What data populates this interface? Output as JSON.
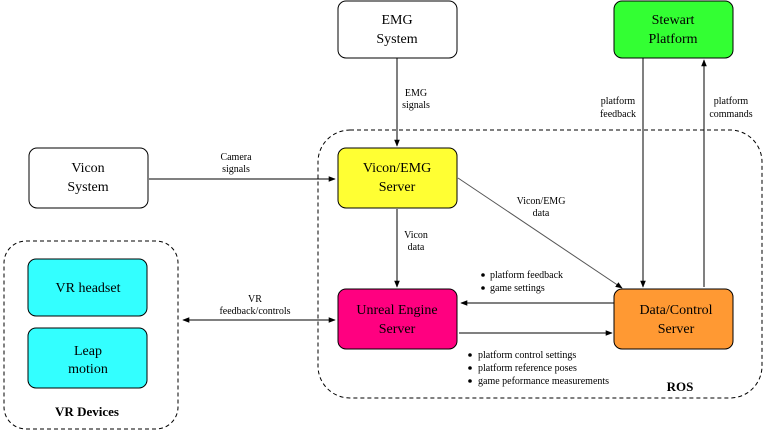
{
  "nodes": {
    "emg_system": {
      "line1": "EMG",
      "line2": "System",
      "color": "#ffffff"
    },
    "stewart_platform": {
      "line1": "Stewart",
      "line2": "Platform",
      "color": "#33ff33"
    },
    "vicon_system": {
      "line1": "Vicon",
      "line2": "System",
      "color": "#ffffff"
    },
    "vicon_emg_server": {
      "line1": "Vicon/EMG",
      "line2": "Server",
      "color": "#ffff33"
    },
    "unreal_engine_server": {
      "line1": "Unreal Engine",
      "line2": "Server",
      "color": "#ff0080"
    },
    "data_control_server": {
      "line1": "Data/Control",
      "line2": "Server",
      "color": "#ff9933"
    },
    "vr_headset": {
      "line1": "VR headset",
      "color": "#33ffff"
    },
    "leap_motion": {
      "line1": "Leap",
      "line2": "motion",
      "color": "#33ffff"
    }
  },
  "groups": {
    "vr_devices": {
      "label": "VR Devices"
    },
    "ros": {
      "label": "ROS"
    }
  },
  "edges": {
    "emg_signals": {
      "line1": "EMG",
      "line2": "signals"
    },
    "platform_feedback": {
      "line1": "platform",
      "line2": "feedback"
    },
    "platform_commands": {
      "line1": "platform",
      "line2": "commands"
    },
    "camera_signals": {
      "line1": "Camera",
      "line2": "signals"
    },
    "vicon_emg_data": {
      "line1": "Vicon/EMG",
      "line2": "data"
    },
    "vicon_data": {
      "line1": "Vicon",
      "line2": "data"
    },
    "vr_feedback_controls": {
      "line1": "VR",
      "line2": "feedback/controls"
    }
  },
  "bullet_lists": {
    "to_unreal": {
      "items": [
        "platform feedback",
        "game settings"
      ]
    },
    "to_data_control": {
      "items": [
        "platform control settings",
        "platform reference poses",
        "game peformance measurements"
      ]
    }
  }
}
